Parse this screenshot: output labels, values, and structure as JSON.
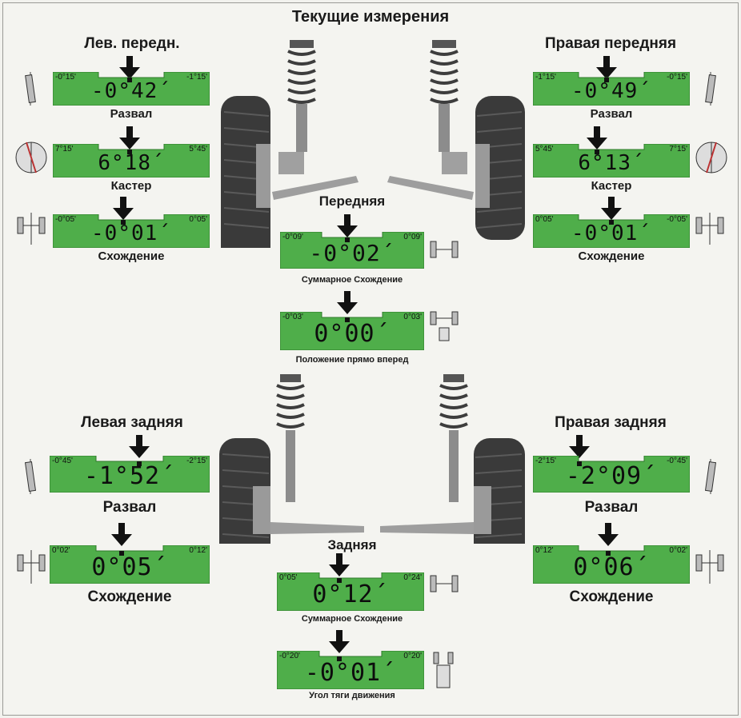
{
  "title": "Текущие измерения",
  "front": {
    "left_header": "Лев. передн.",
    "right_header": "Правая передняя",
    "center_header": "Передняя"
  },
  "rear": {
    "left_header": "Левая задняя",
    "right_header": "Правая задняя",
    "center_header": "Задняя"
  },
  "gauges": {
    "fl_camber": {
      "value": "-0°42´",
      "min": "-0°15'",
      "max": "-1°15'",
      "label": "Развал"
    },
    "fl_caster": {
      "value": "6°18´",
      "min": "7°15'",
      "max": "5°45'",
      "label": "Кастер"
    },
    "fl_toe": {
      "value": "-0°01´",
      "min": "-0°05'",
      "max": "0°05'",
      "label": "Схождение"
    },
    "fr_camber": {
      "value": "-0°49´",
      "min": "-1°15'",
      "max": "-0°15'",
      "label": "Развал"
    },
    "fr_caster": {
      "value": "6°13´",
      "min": "5°45'",
      "max": "7°15'",
      "label": "Кастер"
    },
    "fr_toe": {
      "value": "-0°01´",
      "min": "0°05'",
      "max": "-0°05'",
      "label": "Схождение"
    },
    "front_total_toe": {
      "value": "-0°02´",
      "min": "-0°09'",
      "max": "0°09'",
      "label": "Суммарное Схождение"
    },
    "steering_straight": {
      "value": "0°00´",
      "min": "-0°03'",
      "max": "0°03'",
      "label": "Положение прямо вперед"
    },
    "rl_camber": {
      "value": "-1°52´",
      "min": "-0°45'",
      "max": "-2°15'",
      "label": "Развал"
    },
    "rl_toe": {
      "value": "0°05´",
      "min": "0°02'",
      "max": "0°12'",
      "label": "Схождение"
    },
    "rr_camber": {
      "value": "-2°09´",
      "min": "-2°15'",
      "max": "-0°45'",
      "label": "Развал"
    },
    "rr_toe": {
      "value": "0°06´",
      "min": "0°12'",
      "max": "0°02'",
      "label": "Схождение"
    },
    "rear_total_toe": {
      "value": "0°12´",
      "min": "0°05'",
      "max": "0°24'",
      "label": "Суммарное Схождение"
    },
    "thrust_angle": {
      "value": "-0°01´",
      "min": "-0°20'",
      "max": "0°20'",
      "label": "Угол тяги движения"
    }
  },
  "colors": {
    "gauge_green": "#4fae4a",
    "gauge_border": "#2f7a2b",
    "arrow": "#111111",
    "tire": "#3a3a3a"
  },
  "icons": [
    "front-suspension-left-image",
    "front-suspension-right-image",
    "rear-suspension-left-image",
    "rear-suspension-right-image",
    "camber-diagram-icon",
    "caster-diagram-icon",
    "toe-diagram-icon",
    "total-toe-diagram-icon",
    "steering-wheel-diagram-icon",
    "thrust-angle-diagram-icon"
  ]
}
